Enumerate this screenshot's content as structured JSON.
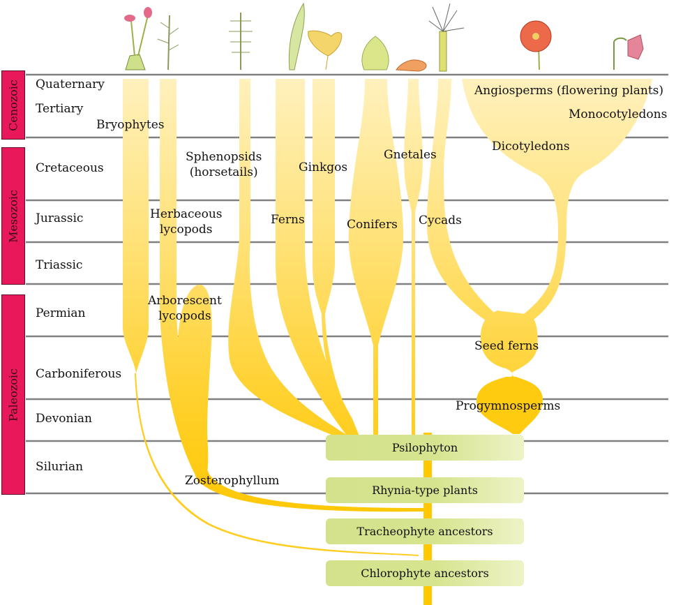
{
  "eras": [
    {
      "name": "Cenozoic",
      "periods": [
        "Quaternary",
        "Tertiary"
      ]
    },
    {
      "name": "Mesozoic",
      "periods": [
        "Cretaceous",
        "Jurassic",
        "Triassic"
      ]
    },
    {
      "name": "Paleozoic",
      "periods": [
        "Permian",
        "Carboniferous",
        "Devonian",
        "Silurian"
      ]
    }
  ],
  "periods": [
    "Quaternary",
    "Tertiary",
    "Cretaceous",
    "Jurassic",
    "Triassic",
    "Permian",
    "Carboniferous",
    "Devonian",
    "Silurian"
  ],
  "lineages": {
    "bryophytes": "Bryophytes",
    "sphenopsids_1": "Sphenopsids",
    "sphenopsids_2": "(horsetails)",
    "ginkgos": "Ginkgos",
    "gnetales": "Gnetales",
    "angiosperms": "Angiosperms (flowering plants)",
    "monocotyledons": "Monocotyledons",
    "dicotyledons": "Dicotyledons",
    "herbaceous_1": "Herbaceous",
    "herbaceous_2": "lycopods",
    "ferns": "Ferns",
    "conifers": "Conifers",
    "cycads": "Cycads",
    "arborescent_1": "Arborescent",
    "arborescent_2": "lycopods",
    "seed_ferns": "Seed ferns",
    "progymnosperms": "Progymnosperms",
    "zosterophyllum": "Zosterophyllum"
  },
  "ancestors": [
    "Psilophyton",
    "Rhynia-type plants",
    "Tracheophyte ancestors",
    "Chlorophyte ancestors"
  ],
  "illustrations": [
    "moss-icon",
    "lycopod-icon",
    "horsetail-icon",
    "fern-frond-icon",
    "ginkgo-leaf-icon",
    "pine-cone-icon",
    "gnetales-icon",
    "cycad-icon",
    "poppy-flower-icon",
    "bell-flower-icon"
  ],
  "colors": {
    "era": "#e8185a",
    "lineage_top": "#fff0b8",
    "lineage_bottom": "#ffc800",
    "ancestor_box": "#d3e28b",
    "gridline": "#808080"
  }
}
